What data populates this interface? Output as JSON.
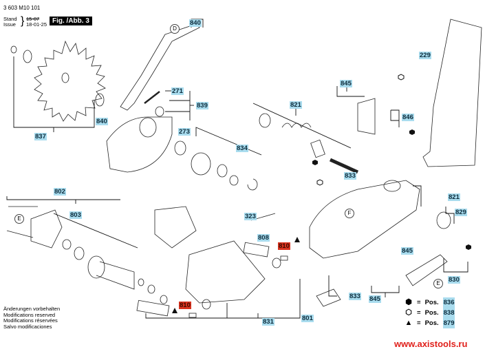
{
  "header": {
    "doc_number": "3 603 M10 101",
    "stand_label": "Stand",
    "issue_label": "Issue",
    "stand_date": "15-07",
    "issue_date": "18-01-25",
    "figure_label": "Fig. /Abb. 3"
  },
  "part_labels": [
    {
      "id": "840a",
      "text": "840",
      "type": "blue"
    },
    {
      "id": "271",
      "text": "271",
      "type": "blue"
    },
    {
      "id": "839",
      "text": "839",
      "type": "blue"
    },
    {
      "id": "273",
      "text": "273",
      "type": "blue"
    },
    {
      "id": "840b",
      "text": "840",
      "type": "blue"
    },
    {
      "id": "837",
      "text": "837",
      "type": "blue"
    },
    {
      "id": "834",
      "text": "834",
      "type": "blue"
    },
    {
      "id": "821a",
      "text": "821",
      "type": "blue"
    },
    {
      "id": "845a",
      "text": "845",
      "type": "blue"
    },
    {
      "id": "846",
      "text": "846",
      "type": "blue"
    },
    {
      "id": "229",
      "text": "229",
      "type": "blue"
    },
    {
      "id": "833a",
      "text": "833",
      "type": "blue"
    },
    {
      "id": "821b",
      "text": "821",
      "type": "blue"
    },
    {
      "id": "829",
      "text": "829",
      "type": "blue"
    },
    {
      "id": "802",
      "text": "802",
      "type": "blue"
    },
    {
      "id": "803",
      "text": "803",
      "type": "blue"
    },
    {
      "id": "323",
      "text": "323",
      "type": "blue"
    },
    {
      "id": "808",
      "text": "808",
      "type": "blue"
    },
    {
      "id": "810a",
      "text": "810",
      "type": "red"
    },
    {
      "id": "845b",
      "text": "845",
      "type": "blue"
    },
    {
      "id": "830",
      "text": "830",
      "type": "blue"
    },
    {
      "id": "833b",
      "text": "833",
      "type": "blue"
    },
    {
      "id": "845c",
      "text": "845",
      "type": "blue"
    },
    {
      "id": "810b",
      "text": "810",
      "type": "red"
    },
    {
      "id": "831",
      "text": "831",
      "type": "blue"
    },
    {
      "id": "801",
      "text": "801",
      "type": "blue"
    }
  ],
  "callouts": {
    "D": "D",
    "E_left": "E",
    "E_right": "E",
    "F": "F"
  },
  "notes": [
    "Änderungen vorbehalten",
    "Modifications reserved",
    "Modifications réservées",
    "Salvo modificaciones"
  ],
  "legend": [
    {
      "symbol": "filled-hexagon",
      "glyph": "⬢",
      "eq": "=",
      "label": "Pos.",
      "num": "836"
    },
    {
      "symbol": "open-hexagon",
      "glyph": "⬡",
      "eq": "=",
      "label": "Pos.",
      "num": "838"
    },
    {
      "symbol": "filled-triangle",
      "glyph": "▲",
      "eq": "=",
      "label": "Pos.",
      "num": "879"
    }
  ],
  "website": "www.axistools.ru",
  "colors": {
    "label_blue": "#a9dcee",
    "label_red": "#d9331f",
    "website_red": "#e0201b"
  }
}
